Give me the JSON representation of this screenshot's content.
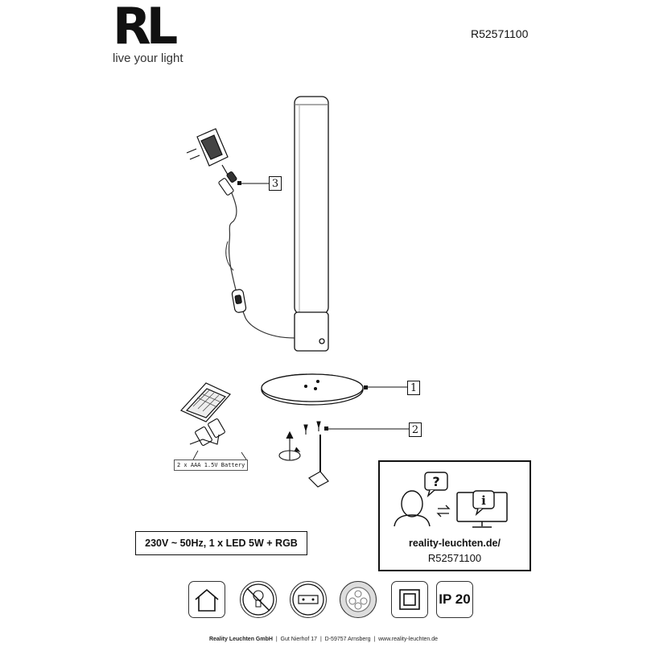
{
  "header": {
    "logo_text": "RL",
    "tagline": "live your light",
    "model_number": "R52571100"
  },
  "parts": {
    "label_1": "1",
    "label_2": "2",
    "label_3": "3"
  },
  "battery": {
    "label": "2 x AAA 1.5V Battery"
  },
  "spec": {
    "text": "230V ~ 50Hz, 1 x LED 5W + RGB"
  },
  "website": {
    "url": "reality-leuchten.de/",
    "model": "R52571100"
  },
  "icons": {
    "ip_rating": "IP 20",
    "items": [
      "indoor-house-icon",
      "no-led-replace-icon",
      "driver-icon",
      "rgbw-icon",
      "protection-class-icon",
      "ip-rating-icon"
    ]
  },
  "footer": {
    "company": "Reality Leuchten GmbH",
    "address": "Gut Nierhof 17",
    "city": "D-59757 Arnsberg",
    "web": "www.reality-leuchten.de",
    "separator": "|"
  }
}
